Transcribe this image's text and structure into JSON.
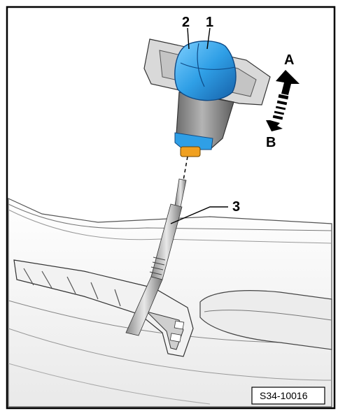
{
  "callouts": {
    "knob_upper": "1",
    "knob_lower": "2",
    "tool": "3",
    "direction_up": "A",
    "direction_down": "B"
  },
  "reference_code": "S34-10016",
  "colors": {
    "knob_blue": "#2f9fe6",
    "frame": "#000000",
    "console_gray": "#d6d6d6"
  }
}
